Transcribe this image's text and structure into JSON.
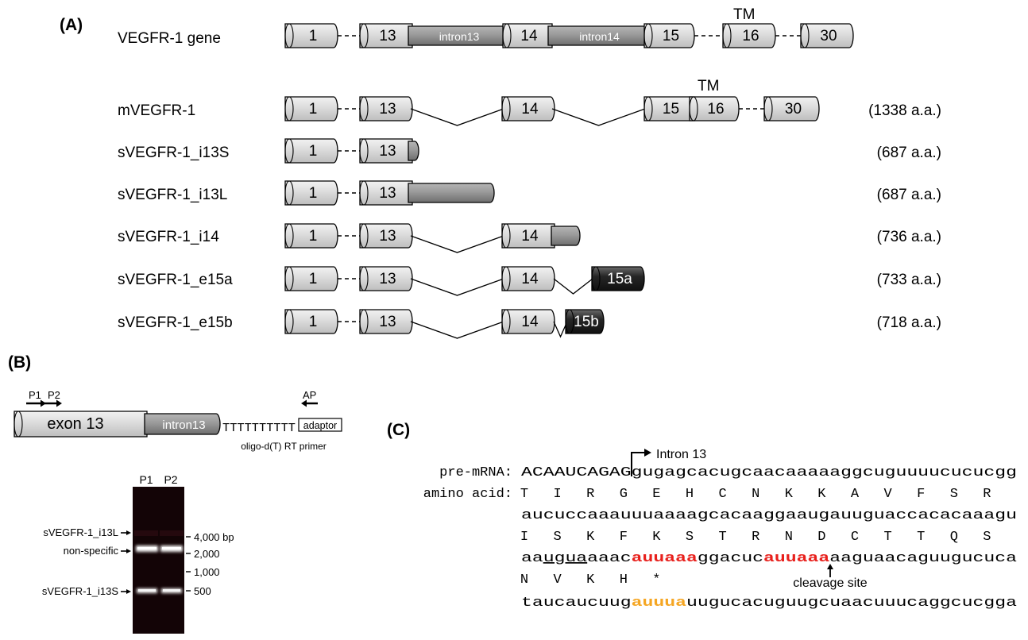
{
  "panel_a": {
    "label": "(A)",
    "tm_label": "TM",
    "gene": {
      "name": "VEGFR-1 gene",
      "exons": [
        "1",
        "13",
        "14",
        "15",
        "16",
        "30"
      ],
      "introns": [
        "intron13",
        "intron14"
      ]
    },
    "isoforms": [
      {
        "name": "mVEGFR-1",
        "length": "(1338 a.a.)",
        "exons": [
          "1",
          "13",
          "14",
          "15",
          "16",
          "30"
        ]
      },
      {
        "name": "sVEGFR-1_i13S",
        "length": "(687 a.a.)",
        "exons": [
          "1",
          "13"
        ]
      },
      {
        "name": "sVEGFR-1_i13L",
        "length": "(687 a.a.)",
        "exons": [
          "1",
          "13"
        ]
      },
      {
        "name": "sVEGFR-1_i14",
        "length": "(736 a.a.)",
        "exons": [
          "1",
          "13",
          "14"
        ]
      },
      {
        "name": "sVEGFR-1_e15a",
        "length": "(733 a.a.)",
        "exons": [
          "1",
          "13",
          "14",
          "15a"
        ]
      },
      {
        "name": "sVEGFR-1_e15b",
        "length": "(718 a.a.)",
        "exons": [
          "1",
          "13",
          "14",
          "15b"
        ]
      }
    ]
  },
  "panel_b": {
    "label": "(B)",
    "primers": [
      "P1",
      "P2",
      "AP"
    ],
    "exon": "exon 13",
    "intron": "intron13",
    "polyT": "TTTTTTTTTT",
    "adaptor": "adaptor",
    "rt_primer": "oligo-d(T) RT primer",
    "gel": {
      "lanes": [
        "P1",
        "P2"
      ],
      "bands_left": [
        "sVEGFR-1_i13L",
        "non-specific",
        "sVEGFR-1_i13S"
      ],
      "ladder": [
        "4,000 bp",
        "2,000",
        "1,000",
        "500"
      ]
    }
  },
  "panel_c": {
    "label": "(C)",
    "intron_label": "Intron 13",
    "pre_mrna_label": "pre-mRNA:",
    "amino_acid_label": "amino acid:",
    "pre_mrna_exon": "ACAAUCAGAG",
    "pre_mrna_intron": "gugagcacugcaacaaaaaggcuguuuucucucgg",
    "aa_row1": [
      "T",
      "I",
      "R",
      "G",
      "E",
      "H",
      "C",
      "N",
      "K",
      "K",
      "A",
      "V",
      "F",
      "S",
      "R"
    ],
    "seq2": "aucuccaaauuuaaaagcacaaggaaugauuguaccacacaaagu",
    "aa_row2": [
      "I",
      "S",
      "K",
      "F",
      "K",
      "S",
      "T",
      "R",
      "N",
      "D",
      "C",
      "T",
      "T",
      "Q",
      "S"
    ],
    "seq3": {
      "a": "aa",
      "b": "ugua",
      "c": "aaac",
      "d": "auuaaa",
      "e": "ggacuc",
      "f": "auuaaa",
      "g": "aaguaacaguugucuca"
    },
    "aa_row3": [
      "N",
      "V",
      "K",
      "H",
      "*"
    ],
    "cleavage": "cleavage site",
    "seq4": {
      "a": "taucaucuug",
      "b": "auuua",
      "c": "uugucacuguugcuaacuuucaggcucgga"
    },
    "colors": {
      "red": "#e8201c",
      "orange": "#f5a623"
    }
  }
}
